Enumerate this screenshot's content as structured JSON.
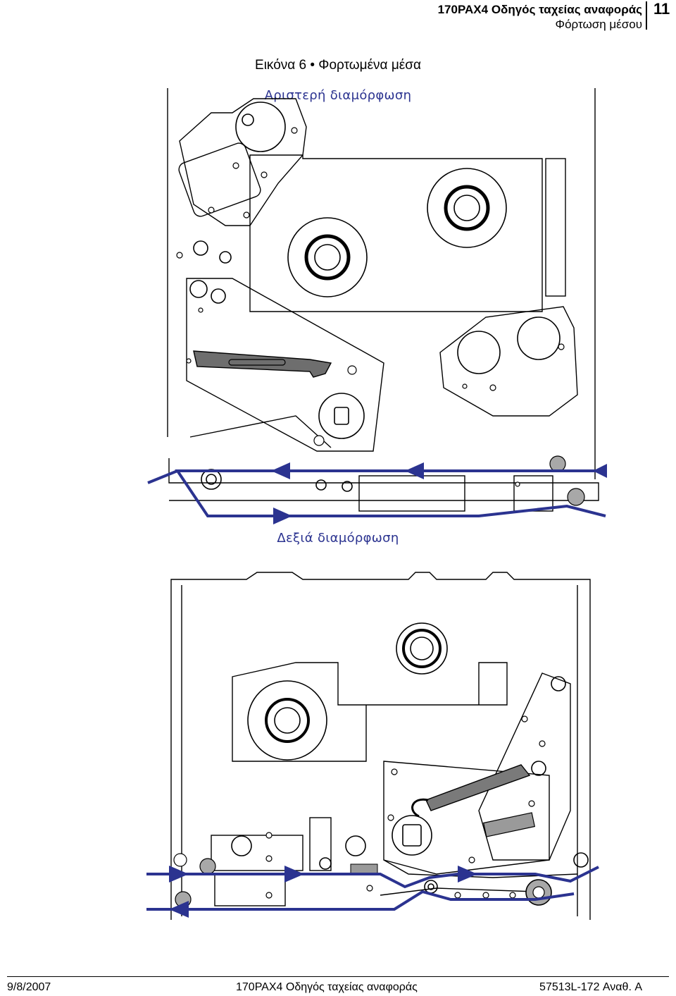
{
  "header": {
    "title": "170PAX4 Οδηγός ταχείας αναφοράς",
    "section": "Φόρτωση μέσου",
    "page_number": "11"
  },
  "figure": {
    "caption": "Εικόνα 6 • Φορτωμένα μέσα",
    "left_label": "Αριστερή διαμόρφωση",
    "right_label": "Δεξιά διαμόρφωση"
  },
  "colors": {
    "media_path": "#2b3390",
    "line_art": "#000000",
    "lever_fill": "#6e6e6e",
    "roller_fill": "#a8a8a8"
  },
  "footer": {
    "date": "9/8/2007",
    "title": "170PAX4 Οδηγός ταχείας αναφοράς",
    "doc_number": "57513L-172 Αναθ. A"
  }
}
